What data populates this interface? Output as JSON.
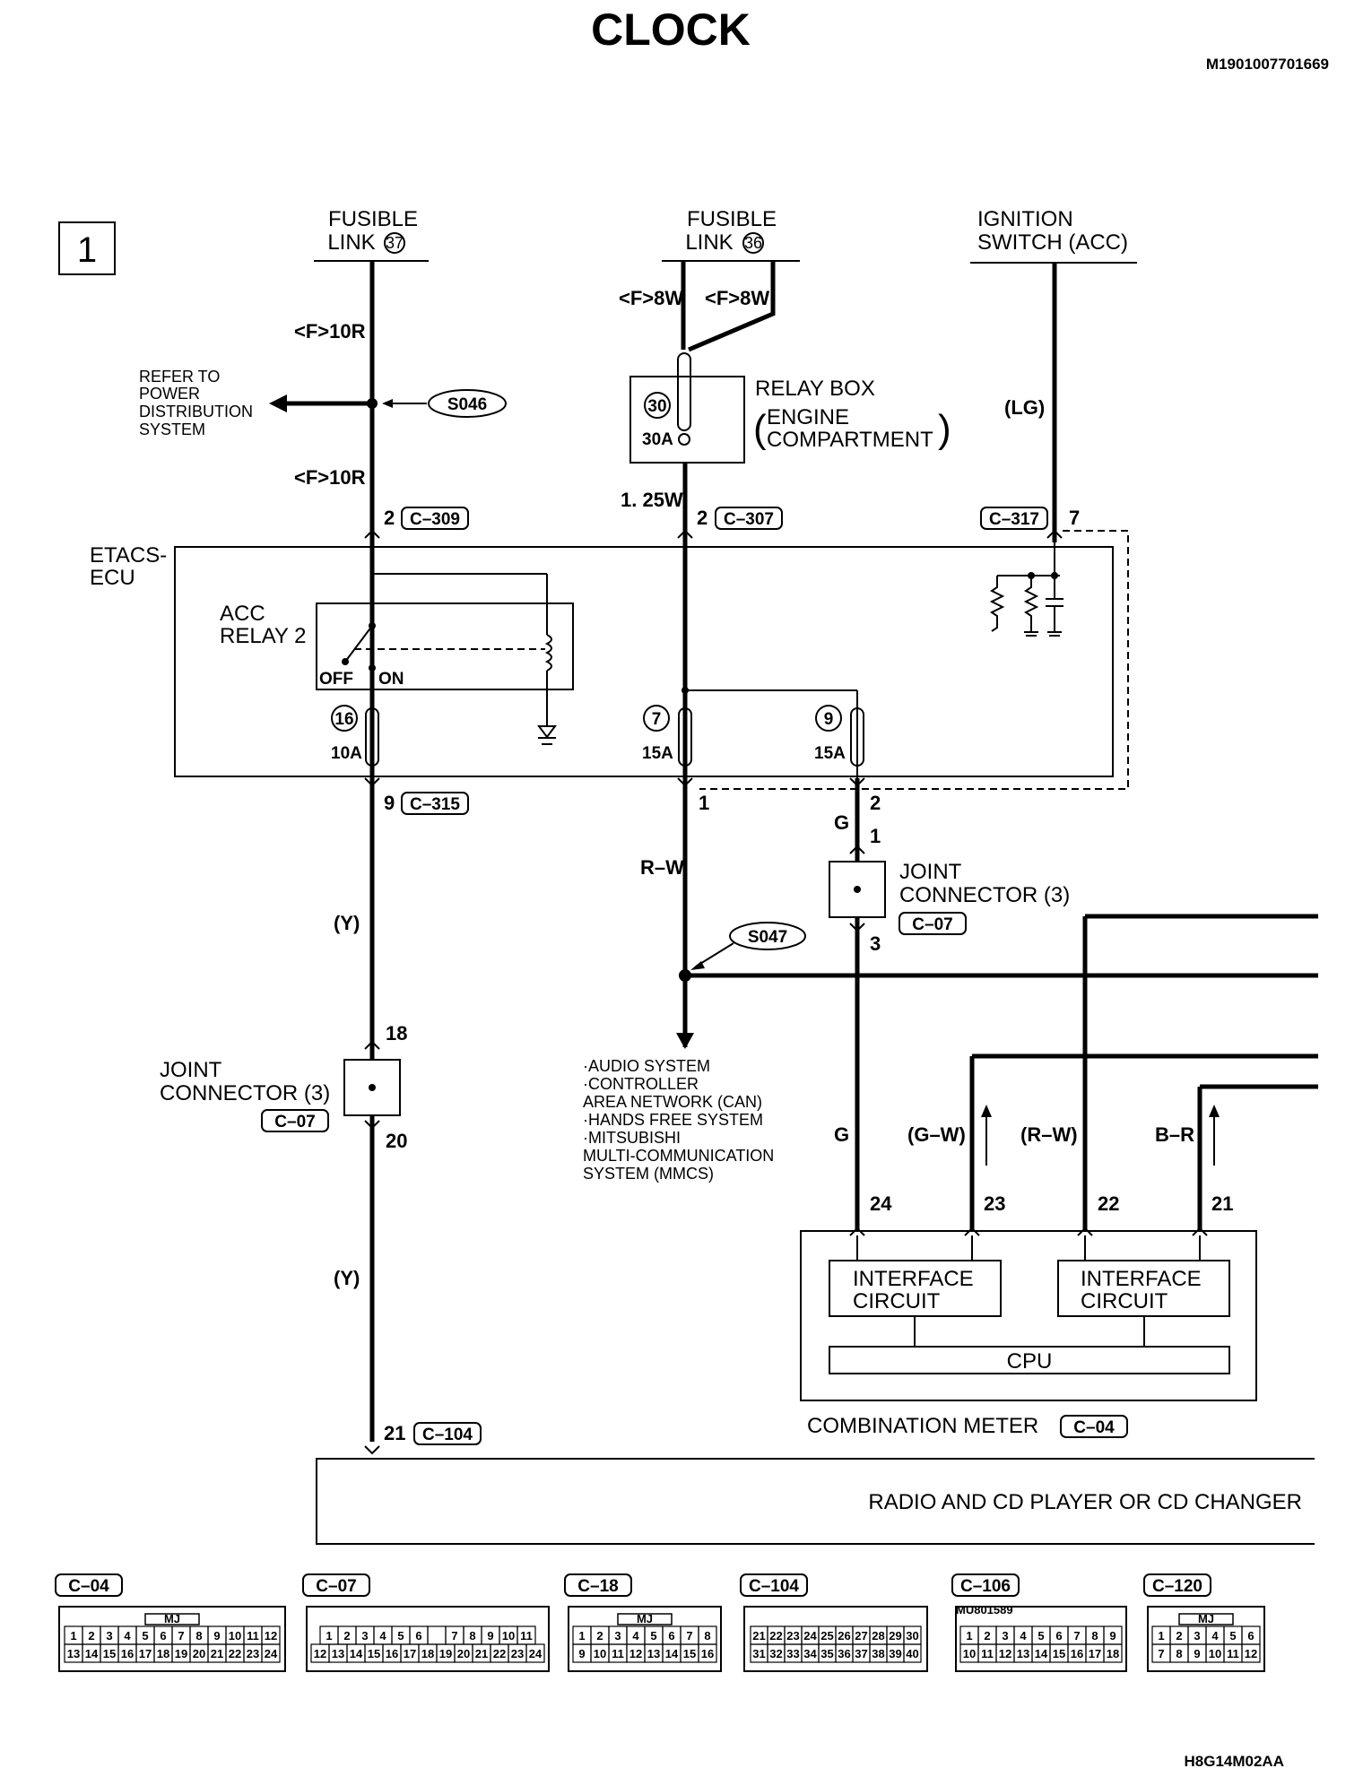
{
  "title": "CLOCK",
  "doc_number": "M1901007701669",
  "figure_code": "H8G14M02AA",
  "section_number": "1",
  "power_sources": {
    "fusible_link_37": {
      "line1": "FUSIBLE",
      "line2": "LINK",
      "number": "37"
    },
    "fusible_link_36": {
      "line1": "FUSIBLE",
      "line2": "LINK",
      "number": "36"
    },
    "ignition_switch": {
      "line1": "IGNITION",
      "line2": "SWITCH (ACC)"
    }
  },
  "refer_to": [
    "REFER TO",
    "POWER",
    "DISTRIBUTION",
    "SYSTEM"
  ],
  "splices": {
    "s046": "S046",
    "s047": "S047"
  },
  "relay_box": {
    "title": "RELAY BOX",
    "line2": "ENGINE",
    "line3": "COMPARTMENT",
    "fuse_number": "30",
    "fuse_amp": "30A"
  },
  "wire_labels": {
    "f10r_top": "<F>10R",
    "f10r_bottom": "<F>10R",
    "f8w_left": "<F>8W",
    "f8w_right": "<F>8W",
    "lg": "(LG)",
    "w125": "1. 25W",
    "rw": "R–W",
    "y_upper": "(Y)",
    "y_lower": "(Y)",
    "g_upper": "G",
    "g_lower": "G",
    "gw": "(G–W)",
    "rw_paren": "(R–W)",
    "br": "B–R"
  },
  "etacs": {
    "label_line1": "ETACS-",
    "label_line2": "ECU",
    "acc_relay_line1": "ACC",
    "acc_relay_line2": "RELAY 2",
    "off": "OFF",
    "on": "ON",
    "fuse_16": "16",
    "fuse_16_amp": "10A",
    "fuse_7": "7",
    "fuse_7_amp": "15A",
    "fuse_9": "9",
    "fuse_9_amp": "15A"
  },
  "connectors": {
    "c309": {
      "pin": "2",
      "name": "C–309"
    },
    "c307": {
      "pin": "2",
      "name": "C–307"
    },
    "c317": {
      "pin": "7",
      "name": "C–317"
    },
    "c315": {
      "pin": "9",
      "name": "C–315"
    },
    "etacs_pin_1": "1",
    "etacs_pin_2": "2",
    "c104": {
      "pin": "21",
      "name": "C–104"
    }
  },
  "joint_connector_right": {
    "line1": "JOINT",
    "line2": "CONNECTOR (3)",
    "name": "C–07",
    "pin_in": "1",
    "pin_out": "3"
  },
  "joint_connector_left": {
    "line1": "JOINT",
    "line2": "CONNECTOR (3)",
    "name": "C–07",
    "pin_in": "18",
    "pin_out": "20"
  },
  "systems_list": [
    "·AUDIO SYSTEM",
    "·CONTROLLER",
    " AREA NETWORK (CAN)",
    "·HANDS FREE SYSTEM",
    "·MITSUBISHI",
    " MULTI-COMMUNICATION",
    " SYSTEM (MMCS)"
  ],
  "combination_meter": {
    "pins": [
      "24",
      "23",
      "22",
      "21"
    ],
    "interface_left_1": "INTERFACE",
    "interface_left_2": "CIRCUIT",
    "interface_right_1": "INTERFACE",
    "interface_right_2": "CIRCUIT",
    "cpu": "CPU",
    "label": "COMBINATION METER",
    "connector": "C–04"
  },
  "radio": {
    "label": "RADIO AND CD PLAYER OR CD CHANGER"
  },
  "connector_views": {
    "c04": {
      "name": "C–04",
      "mark": "MJ",
      "row1": [
        "1",
        "2",
        "3",
        "4",
        "5",
        "6",
        "7",
        "8",
        "9",
        "10",
        "11",
        "12"
      ],
      "row2": [
        "13",
        "14",
        "15",
        "16",
        "17",
        "18",
        "19",
        "20",
        "21",
        "22",
        "23",
        "24"
      ]
    },
    "c07": {
      "name": "C–07",
      "row1": [
        "1",
        "2",
        "3",
        "4",
        "5",
        "6",
        "",
        "7",
        "8",
        "9",
        "10",
        "11"
      ],
      "row2": [
        "12",
        "13",
        "14",
        "15",
        "16",
        "17",
        "18",
        "19",
        "20",
        "21",
        "22",
        "23",
        "24"
      ]
    },
    "c18": {
      "name": "C–18",
      "mark": "MJ",
      "row1": [
        "1",
        "2",
        "3",
        "4",
        "5",
        "6",
        "7",
        "8"
      ],
      "row2": [
        "9",
        "10",
        "11",
        "12",
        "13",
        "14",
        "15",
        "16"
      ]
    },
    "c104": {
      "name": "C–104",
      "row1": [
        "21",
        "22",
        "23",
        "24",
        "25",
        "26",
        "27",
        "28",
        "29",
        "30"
      ],
      "row2": [
        "31",
        "32",
        "33",
        "34",
        "35",
        "36",
        "37",
        "38",
        "39",
        "40"
      ]
    },
    "c106": {
      "name": "C–106",
      "part": "MU801589",
      "row1": [
        "1",
        "2",
        "3",
        "4",
        "5",
        "6",
        "7",
        "8",
        "9"
      ],
      "row2": [
        "10",
        "11",
        "12",
        "13",
        "14",
        "15",
        "16",
        "17",
        "18"
      ]
    },
    "c120": {
      "name": "C–120",
      "mark": "MJ",
      "row1": [
        "1",
        "2",
        "3",
        "4",
        "5",
        "6"
      ],
      "row2": [
        "7",
        "8",
        "9",
        "10",
        "11",
        "12"
      ]
    }
  }
}
